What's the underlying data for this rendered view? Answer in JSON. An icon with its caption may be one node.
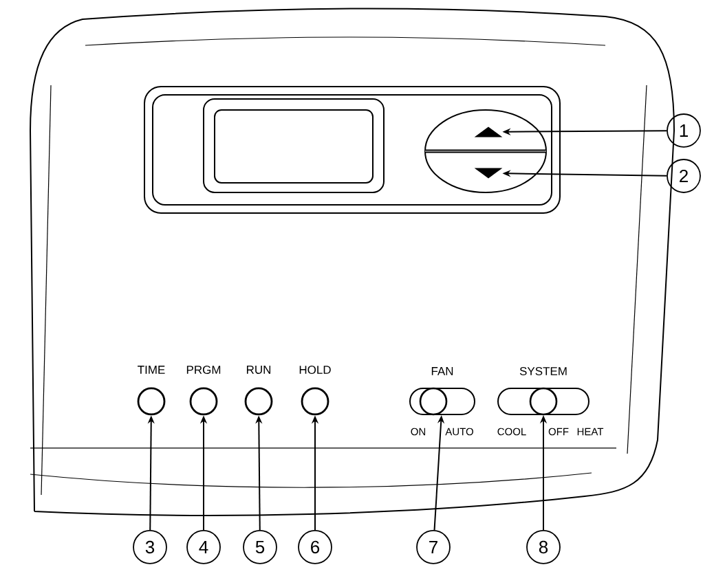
{
  "diagram": {
    "nodes": [
      {
        "text": [],
        "shape": "triangle"
      },
      {
        "text": [],
        "shape": "triangle"
      },
      {
        "text": [
          "1"
        ]
      },
      {
        "text": [
          "2"
        ]
      },
      {
        "text": [
          "TIME"
        ]
      },
      {
        "text": [
          "PRGM"
        ]
      },
      {
        "text": [
          "RUN"
        ]
      },
      {
        "text": [
          "HOLD"
        ]
      },
      {
        "text": [
          "FAN",
          "ON",
          "AUTO"
        ]
      },
      {
        "text": [
          "SYSTEM",
          "COOL",
          "OFF",
          "HEAT"
        ]
      },
      {
        "text": [
          "3"
        ]
      },
      {
        "text": [
          "4"
        ]
      },
      {
        "text": [
          "5"
        ]
      },
      {
        "text": [
          "6"
        ]
      },
      {
        "text": [
          "7"
        ]
      },
      {
        "text": [
          "8"
        ]
      }
    ],
    "edges": [
      {
        "from": 2,
        "to": 0,
        "arrow": "to"
      },
      {
        "from": 3,
        "to": 1,
        "arrow": "to"
      },
      {
        "from": 10,
        "to": 4,
        "arrow": "to"
      },
      {
        "from": 11,
        "to": 5,
        "arrow": "to"
      },
      {
        "from": 12,
        "to": 6,
        "arrow": "to"
      },
      {
        "from": 13,
        "to": 7,
        "arrow": "to"
      },
      {
        "from": 14,
        "to": 8,
        "arrow": "to"
      },
      {
        "from": 15,
        "to": 9,
        "arrow": "to"
      }
    ]
  }
}
